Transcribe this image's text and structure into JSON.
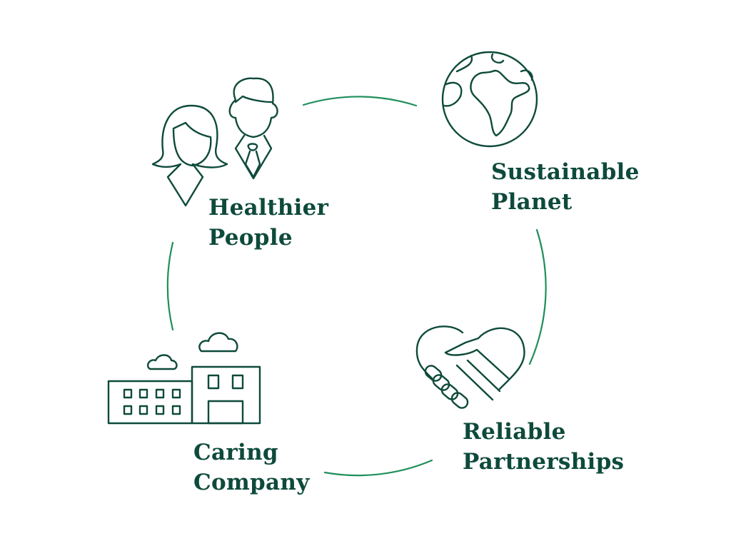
{
  "colors": {
    "ink": "#0e4a3b",
    "arc": "#1f8f5c",
    "background": "#ffffff"
  },
  "nodes": [
    {
      "icon": "people-icon",
      "lines": [
        "Healthier",
        "People"
      ]
    },
    {
      "icon": "globe-icon",
      "lines": [
        "Sustainable",
        "Planet"
      ]
    },
    {
      "icon": "handshake-heart-icon",
      "lines": [
        "Reliable",
        "Partnerships"
      ]
    },
    {
      "icon": "factory-icon",
      "lines": [
        "Caring",
        "Company"
      ]
    }
  ]
}
